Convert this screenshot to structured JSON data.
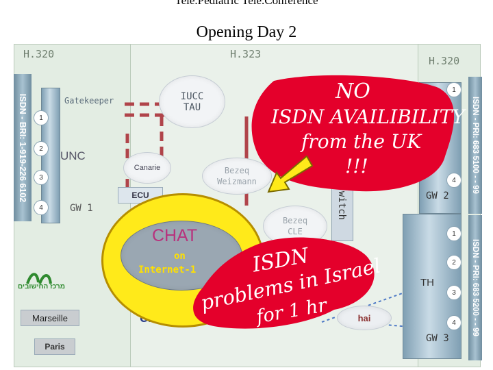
{
  "title": "Tele.Pediatric Tele.Conference",
  "subtitle": "Opening Day 2",
  "zones": {
    "left": "H.320",
    "center": "H.323",
    "right": "H.320"
  },
  "left_bar": "ISDN - BRI: 1-919-226 6102",
  "right_bar_top": "ISDN - PRI: 683 5100 - - 99",
  "right_bar_bottom": "ISDN - PRI: 683 5200 - - 99",
  "ports_left": [
    "1",
    "2",
    "3",
    "4"
  ],
  "ports_right_top": [
    "1",
    "4"
  ],
  "ports_right_bottom": [
    "1",
    "2",
    "3",
    "4"
  ],
  "nodes": {
    "gatekeeper": "Gatekeeper",
    "iucc_tau": "IUCC\nTAU",
    "unc": "UNC",
    "gw1": "GW 1",
    "canarie": "Canarie",
    "ecu": "ECU",
    "bezeq_weizmann": "Bezeq\nWeizmann",
    "bezeq_cle": "Bezeq\nCLE",
    "switch": "witch",
    "gw2": "GW 2",
    "th": "TH",
    "gw3": "GW 3",
    "marseille": "Marseille",
    "paris": "Paris",
    "cnes": "CNES",
    "hai": "hai",
    "logo_text": "מרכז החישובים"
  },
  "chat": {
    "title": "CHAT",
    "line1": "on",
    "line2": "Internet-1"
  },
  "callout_top": {
    "l1": "NO",
    "l2": "ISDN AVAILIBILITY",
    "l3": "from the UK",
    "l4": "!!!"
  },
  "callout_bottom": {
    "l1": "ISDN",
    "l2": "problems in Israel",
    "l3": "for 1 hr"
  },
  "colors": {
    "red": "#e4002b",
    "yellow": "#ffea1a",
    "zone": "#e3ede3",
    "bar": "#8eaabb"
  },
  "icons": [
    "arrow-icon",
    "logo-icon"
  ]
}
